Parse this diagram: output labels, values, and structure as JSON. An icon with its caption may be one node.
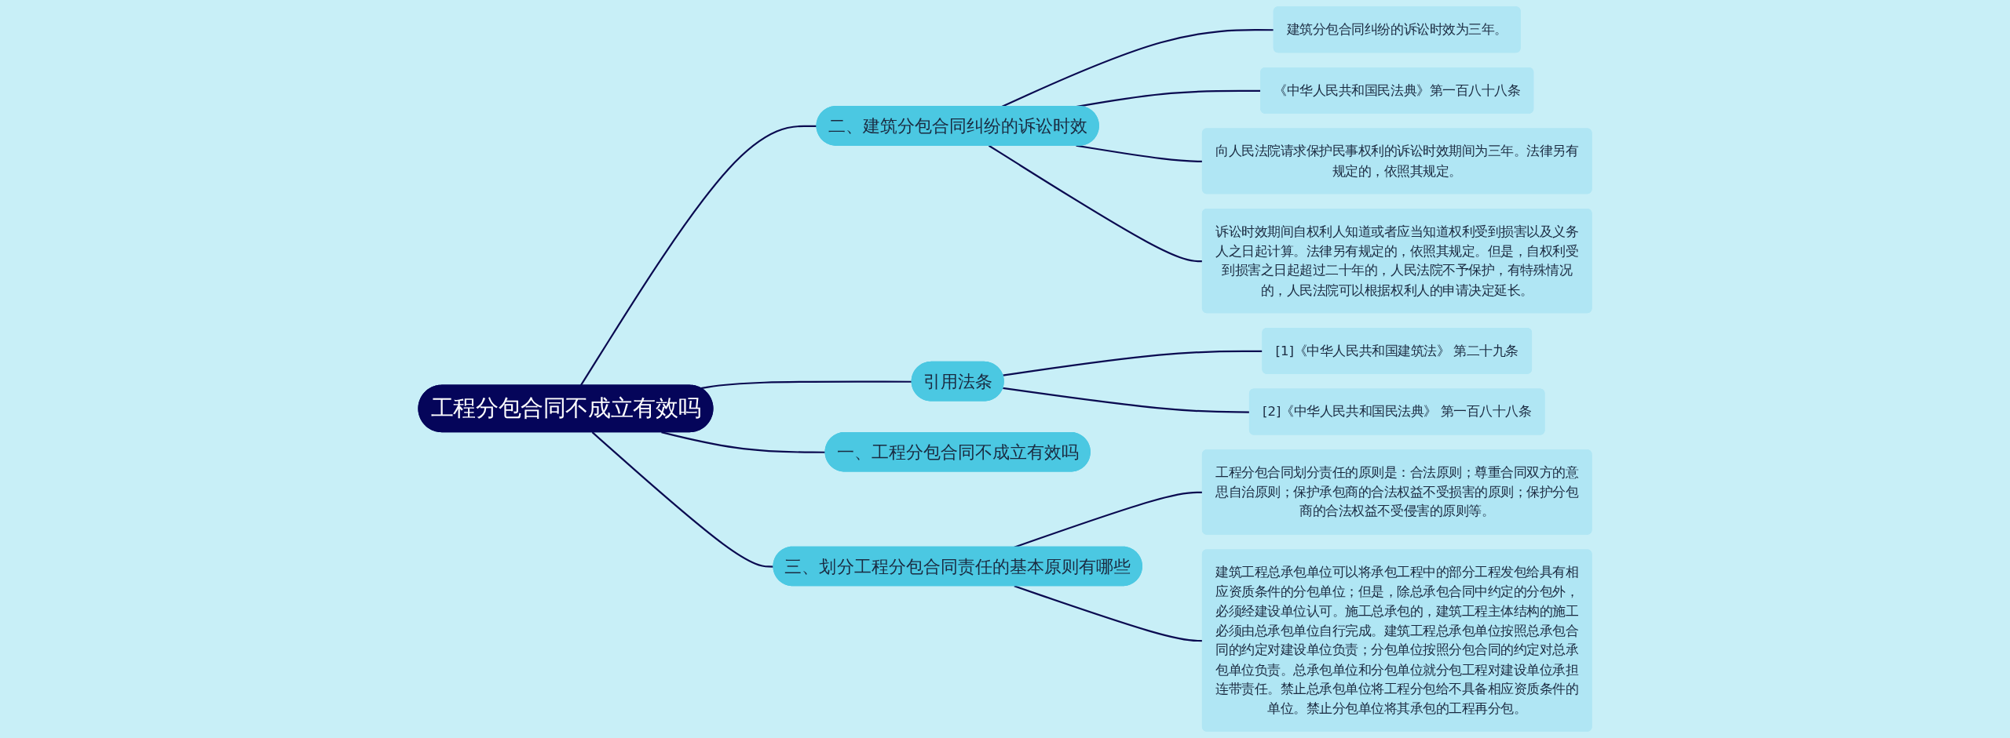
{
  "diagram": {
    "nodes": [
      {
        "text": [
          "工程分包合同不成立有效吗"
        ]
      },
      {
        "text": [
          "二、建筑分包合同纠纷的诉讼时效"
        ]
      },
      {
        "text": [
          "建筑分包合同纠纷的诉讼时效为三年。"
        ]
      },
      {
        "text": [
          "《中华人民共和国民法典》第一百八十八条"
        ]
      },
      {
        "text": [
          "向人民法院请求保护民事权利的诉讼时效期间为三年。法律另有规定的，依照其规定。"
        ]
      },
      {
        "text": [
          "诉讼时效期间自权利人知道或者应当知道权利受到损害以及义务人之日起计算。法律另有规定的，依照其规定。但是，自权利受到损害之日起超过二十年的，人民法院不予保护，有特殊情况的，人民法院可以根据权利人的申请决定延长。"
        ]
      },
      {
        "text": [
          "引用法条"
        ]
      },
      {
        "text": [
          "[1]《中华人民共和国建筑法》 第二十九条"
        ]
      },
      {
        "text": [
          "[2]《中华人民共和国民法典》 第一百八十八条"
        ]
      },
      {
        "text": [
          "一、工程分包合同不成立有效吗"
        ]
      },
      {
        "text": [
          "三、划分工程分包合同责任的基本原则有哪些"
        ]
      },
      {
        "text": [
          "工程分包合同划分责任的原则是：合法原则；尊重合同双方的意思自治原则；保护承包商的合法权益不受损害的原则；保护分包商的合法权益不受侵害的原则等。"
        ]
      },
      {
        "text": [
          "建筑工程总承包单位可以将承包工程中的部分工程发包给具有相应资质条件的分包单位；但是，除总承包合同中约定的分包外，必须经建设单位认可。施工总承包的，建筑工程主体结构的施工必须由总承包单位自行完成。建筑工程总承包单位按照总承包合同的约定对建设单位负责；分包单位按照分包合同的约定对总承包单位负责。总承包单位和分包单位就分包工程对建设单位承担连带责任。禁止总承包单位将工程分包给不具备相应资质条件的单位。禁止分包单位将其承包的工程再分包。"
        ]
      }
    ],
    "edges": [
      {
        "from": 0,
        "to": 1,
        "arrow": "none"
      },
      {
        "from": 1,
        "to": 2,
        "arrow": "none"
      },
      {
        "from": 1,
        "to": 3,
        "arrow": "none"
      },
      {
        "from": 1,
        "to": 4,
        "arrow": "none"
      },
      {
        "from": 1,
        "to": 5,
        "arrow": "none"
      },
      {
        "from": 0,
        "to": 6,
        "arrow": "none"
      },
      {
        "from": 6,
        "to": 7,
        "arrow": "none"
      },
      {
        "from": 6,
        "to": 8,
        "arrow": "none"
      },
      {
        "from": 0,
        "to": 9,
        "arrow": "none"
      },
      {
        "from": 0,
        "to": 10,
        "arrow": "none"
      },
      {
        "from": 10,
        "to": 11,
        "arrow": "none"
      },
      {
        "from": 10,
        "to": 12,
        "arrow": "none"
      }
    ]
  }
}
